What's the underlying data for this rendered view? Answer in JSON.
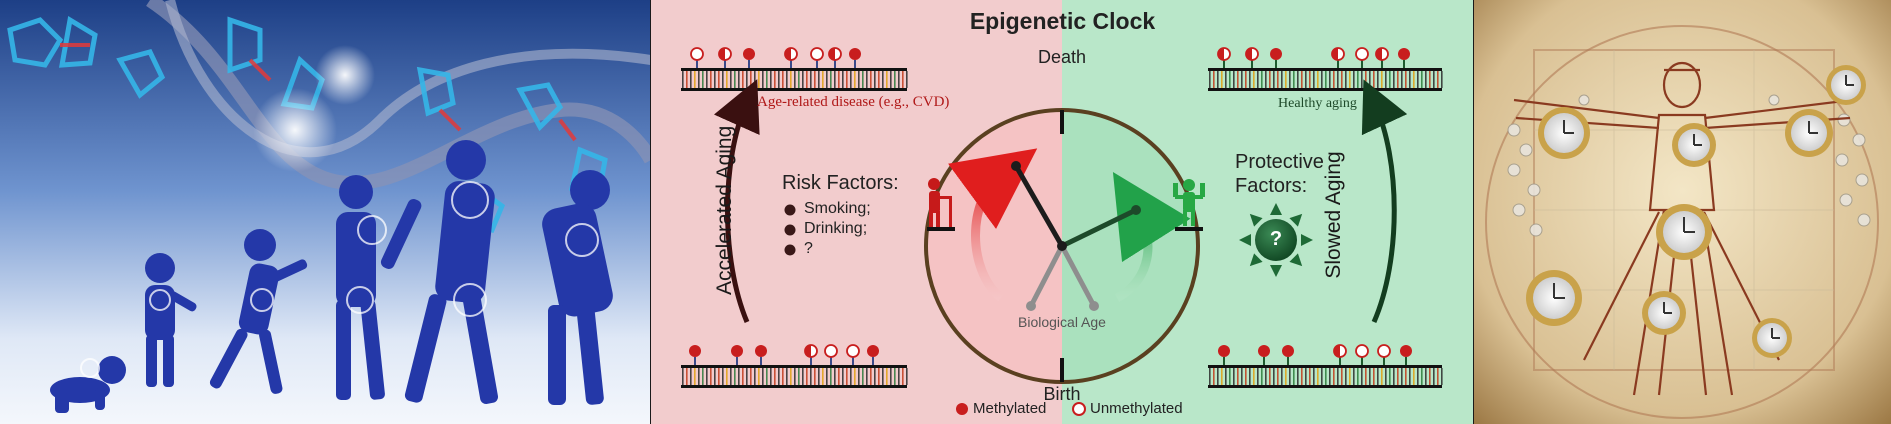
{
  "title": "Epigenetic Clock",
  "clock": {
    "top_label": "Death",
    "bottom_label": "Birth",
    "center_label": "Biological Age"
  },
  "left_side": {
    "arrow_label": "Accelerated Aging",
    "top_dna_caption": "Age-related disease (e.g., CVD)",
    "risk_title": "Risk Factors:",
    "risk_items": [
      "Smoking;",
      "Drinking;",
      "?"
    ]
  },
  "right_side": {
    "arrow_label": "Slowed Aging",
    "top_dna_caption": "Healthy aging",
    "protective_title_line1": "Protective",
    "protective_title_line2": "Factors:",
    "sun_symbol": "?"
  },
  "legend": {
    "methylated": "Methylated",
    "unmethylated": "Unmethylated"
  },
  "colors": {
    "left_bg": "#f2cccd",
    "right_bg": "#b9e7c9",
    "methylated": "#c81e1e",
    "dark_green": "#1f5a2e",
    "accent_red": "#e02020",
    "accent_green": "#2aa84a"
  }
}
